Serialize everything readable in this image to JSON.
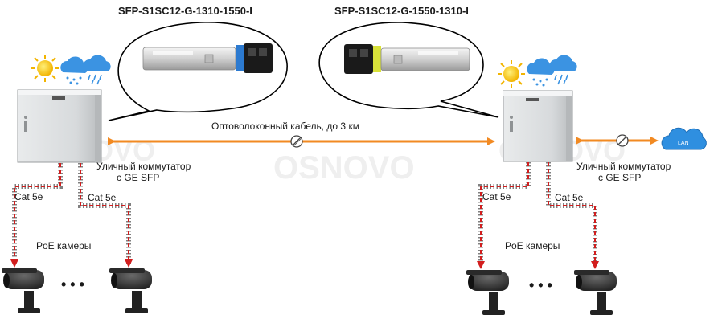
{
  "title_left": "SFP-S1SC12-G-1310-1550-I",
  "title_right": "SFP-S1SC12-G-1550-1310-I",
  "fiber_label": "Оптоволоконный кабель, до 3 км",
  "switch_left": {
    "line1": "Уличный коммутатор",
    "line2": "с GE SFP"
  },
  "switch_right": {
    "line1": "Уличный коммутатор",
    "line2": "с GE SFP"
  },
  "cable_label": "Cat 5e",
  "cameras_label": "PoE камеры",
  "lan_label": "LAN",
  "ellipsis": "• • •",
  "watermark": "OSNOVO",
  "colors": {
    "fiber": "#f28a22",
    "poe": "#d21e1e",
    "cloud": "#2f8fe0"
  }
}
